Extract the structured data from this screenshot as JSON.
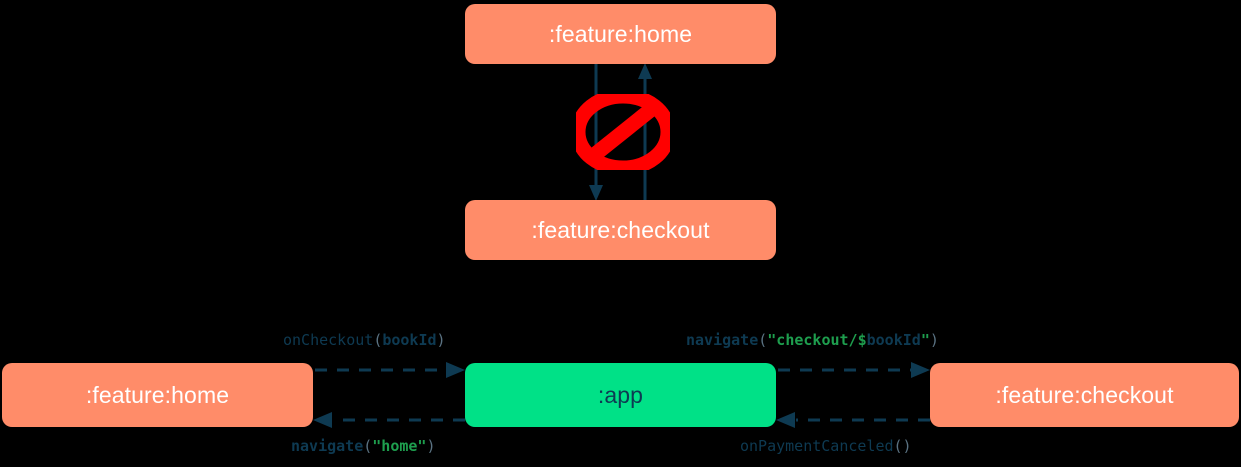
{
  "background_color": "#000000",
  "palette": {
    "feature_module": "#FF8C69",
    "app_module": "#00E187",
    "edge": "#0E3A52",
    "forbidden": "#FF0000",
    "string_literal": "#1E9E4E",
    "punctuation": "#5A7282",
    "node_text_light": "#FFFFFF",
    "node_text_dark": "#0E3A52"
  },
  "top_diagram": {
    "caption_icon": "forbidden-icon",
    "nodes": [
      {
        "id": "top-home",
        "label": ":feature:home",
        "type": "feature"
      },
      {
        "id": "top-checkout",
        "label": ":feature:checkout",
        "type": "feature"
      }
    ],
    "edges": [
      {
        "from": "top-home",
        "to": "top-checkout",
        "style": "solid",
        "arrow": "down"
      },
      {
        "from": "top-checkout",
        "to": "top-home",
        "style": "solid",
        "arrow": "up"
      }
    ],
    "annotation": "forbidden"
  },
  "bottom_diagram": {
    "nodes": [
      {
        "id": "bottom-home",
        "label": ":feature:home",
        "type": "feature"
      },
      {
        "id": "bottom-app",
        "label": ":app",
        "type": "app"
      },
      {
        "id": "bottom-checkout",
        "label": ":feature:checkout",
        "type": "feature"
      }
    ],
    "edges": [
      {
        "id": "home-to-app",
        "from": "bottom-home",
        "to": "bottom-app",
        "style": "dashed",
        "arrow": "right",
        "label": "onCheckout(bookId)",
        "tokens": [
          {
            "text": "onCheckout",
            "kind": "fn"
          },
          {
            "text": "(",
            "kind": "punct"
          },
          {
            "text": "bookId",
            "kind": "arg"
          },
          {
            "text": ")",
            "kind": "punct"
          }
        ]
      },
      {
        "id": "app-to-home",
        "from": "bottom-app",
        "to": "bottom-home",
        "style": "dashed",
        "arrow": "left",
        "label": "navigate(\"home\")",
        "tokens": [
          {
            "text": "navigate",
            "kind": "fn-bold"
          },
          {
            "text": "(",
            "kind": "punct"
          },
          {
            "text": "\"home\"",
            "kind": "str"
          },
          {
            "text": ")",
            "kind": "punct"
          }
        ]
      },
      {
        "id": "app-to-checkout",
        "from": "bottom-app",
        "to": "bottom-checkout",
        "style": "dashed",
        "arrow": "right",
        "label": "navigate(\"checkout/$bookId\")",
        "tokens": [
          {
            "text": "navigate",
            "kind": "fn-bold"
          },
          {
            "text": "(",
            "kind": "punct"
          },
          {
            "text": "\"checkout/$",
            "kind": "str"
          },
          {
            "text": "bookId",
            "kind": "arg"
          },
          {
            "text": "\"",
            "kind": "str"
          },
          {
            "text": ")",
            "kind": "punct"
          }
        ]
      },
      {
        "id": "checkout-to-app",
        "from": "bottom-checkout",
        "to": "bottom-app",
        "style": "dashed",
        "arrow": "left",
        "label": "onPaymentCanceled()",
        "tokens": [
          {
            "text": "onPaymentCanceled",
            "kind": "fn"
          },
          {
            "text": "()",
            "kind": "punct"
          }
        ]
      }
    ]
  }
}
